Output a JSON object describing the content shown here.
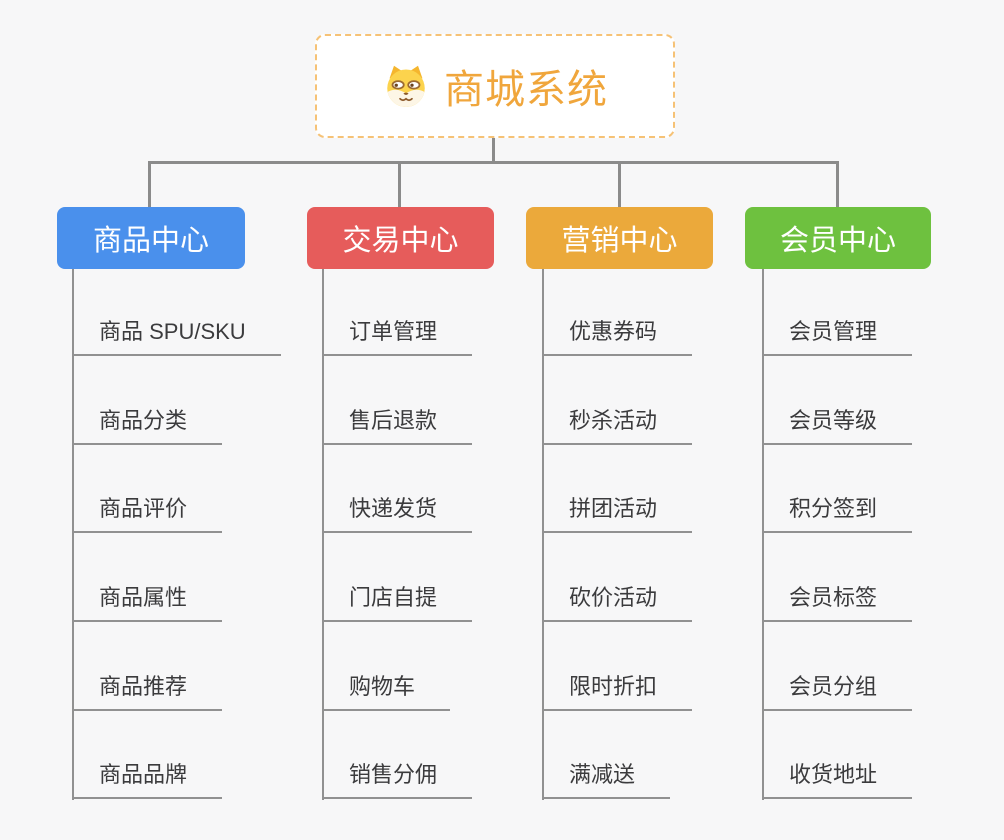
{
  "title": "商城系统",
  "root": {
    "label": "商城系统",
    "icon": "shiba-dog-icon",
    "text_color": "#f0a63c",
    "border_color": "#f6c276",
    "background": "#ffffff"
  },
  "connector_color": "#8b8b8b",
  "leaf_line_color": "#919191",
  "canvas_background": "#f7f7f8",
  "branches": [
    {
      "label": "商品中心",
      "color": "#4a90ec",
      "items": [
        "商品 SPU/SKU",
        "商品分类",
        "商品评价",
        "商品属性",
        "商品推荐",
        "商品品牌"
      ]
    },
    {
      "label": "交易中心",
      "color": "#e65c5b",
      "items": [
        "订单管理",
        "售后退款",
        "快递发货",
        "门店自提",
        "购物车",
        "销售分佣"
      ]
    },
    {
      "label": "营销中心",
      "color": "#eba93b",
      "items": [
        "优惠券码",
        "秒杀活动",
        "拼团活动",
        "砍价活动",
        "限时折扣",
        "满减送"
      ]
    },
    {
      "label": "会员中心",
      "color": "#6ec13f",
      "items": [
        "会员管理",
        "会员等级",
        "积分签到",
        "会员标签",
        "会员分组",
        "收货地址"
      ]
    }
  ]
}
